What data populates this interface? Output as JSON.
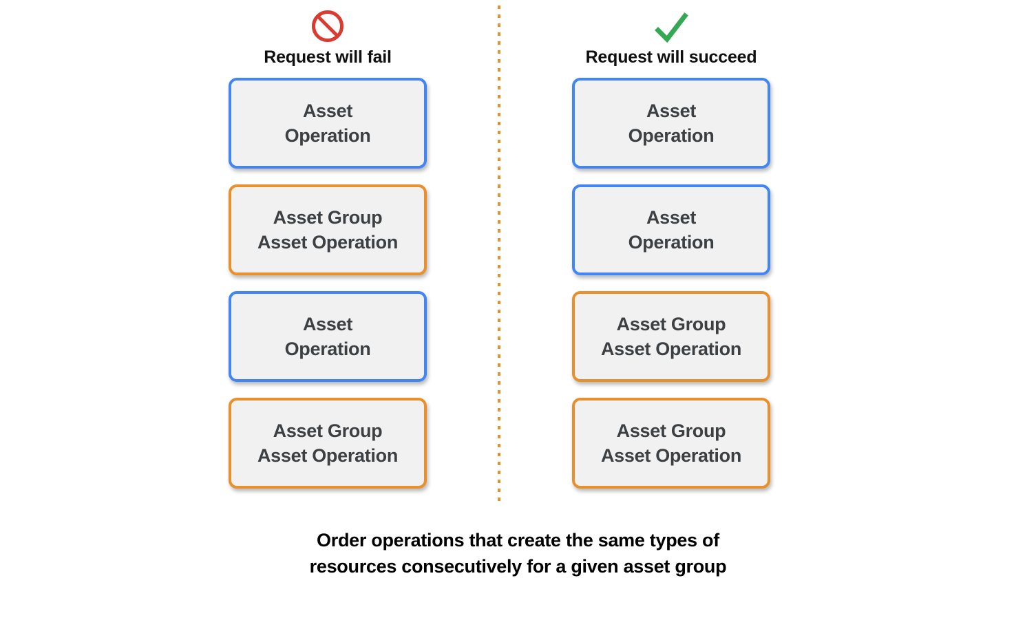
{
  "diagram": {
    "background_color": "#ffffff",
    "caption": "Order operations that create the same types of\nresources consecutively for a given asset group",
    "divider": {
      "style": "dotted-vertical",
      "color": "#e8912c"
    },
    "colors": {
      "blue_border": "#4285f4",
      "orange_border": "#e8912c",
      "card_fill": "#f1f1f1",
      "card_text": "#3c4043",
      "fail_icon": "#d93b30",
      "success_icon": "#34a853",
      "header_text": "#0f0f0f"
    },
    "columns": [
      {
        "id": "fail",
        "icon": "prohibition-icon",
        "icon_color": "#d93b30",
        "title": "Request will fail",
        "cards": [
          {
            "text": "Asset\nOperation",
            "type": "asset-operation",
            "border": "blue"
          },
          {
            "text": "Asset Group\nAsset Operation",
            "type": "asset-group-asset-operation",
            "border": "orange"
          },
          {
            "text": "Asset\nOperation",
            "type": "asset-operation",
            "border": "blue"
          },
          {
            "text": "Asset Group\nAsset Operation",
            "type": "asset-group-asset-operation",
            "border": "orange"
          }
        ]
      },
      {
        "id": "succeed",
        "icon": "checkmark-icon",
        "icon_color": "#34a853",
        "title": "Request will succeed",
        "cards": [
          {
            "text": "Asset\nOperation",
            "type": "asset-operation",
            "border": "blue"
          },
          {
            "text": "Asset\nOperation",
            "type": "asset-operation",
            "border": "blue"
          },
          {
            "text": "Asset Group\nAsset Operation",
            "type": "asset-group-asset-operation",
            "border": "orange"
          },
          {
            "text": "Asset Group\nAsset Operation",
            "type": "asset-group-asset-operation",
            "border": "orange"
          }
        ]
      }
    ]
  }
}
